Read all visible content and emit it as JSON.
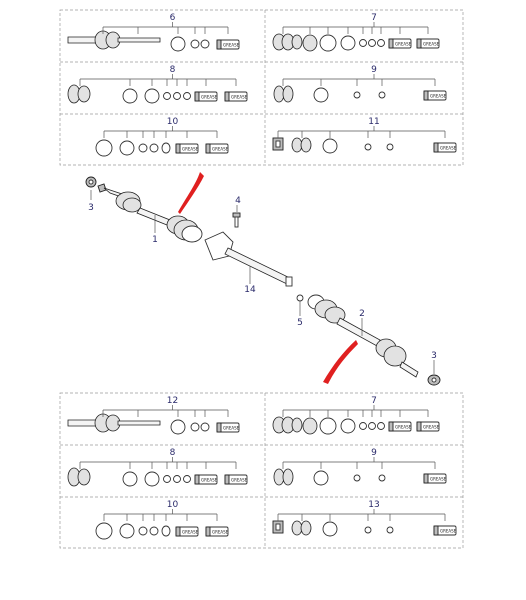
{
  "diagram": {
    "title": "",
    "upper_panels": [
      {
        "callout": "6",
        "content": "outer-joint-and-boot-kit",
        "has_grease": true
      },
      {
        "callout": "7",
        "content": "boot-kit-full",
        "has_grease": true
      },
      {
        "callout": "8",
        "content": "outer-boot-kit",
        "has_grease": true
      },
      {
        "callout": "9",
        "content": "inner-boot-kit",
        "has_grease": true
      },
      {
        "callout": "10",
        "content": "clamp-kit",
        "has_grease": true
      },
      {
        "callout": "11",
        "content": "inner-joint-kit",
        "has_grease": true
      }
    ],
    "lower_panels": [
      {
        "callout": "12",
        "content": "outer-joint-and-boot-kit",
        "has_grease": true
      },
      {
        "callout": "7",
        "content": "boot-kit-full",
        "has_grease": true
      },
      {
        "callout": "8",
        "content": "outer-boot-kit",
        "has_grease": true
      },
      {
        "callout": "9",
        "content": "inner-boot-kit",
        "has_grease": true
      },
      {
        "callout": "10",
        "content": "clamp-kit",
        "has_grease": true
      },
      {
        "callout": "13",
        "content": "inner-joint-kit",
        "has_grease": true
      }
    ],
    "center_callouts": [
      "3",
      "1",
      "4",
      "14",
      "5",
      "2",
      "3"
    ],
    "grease_label": "GREASE"
  }
}
